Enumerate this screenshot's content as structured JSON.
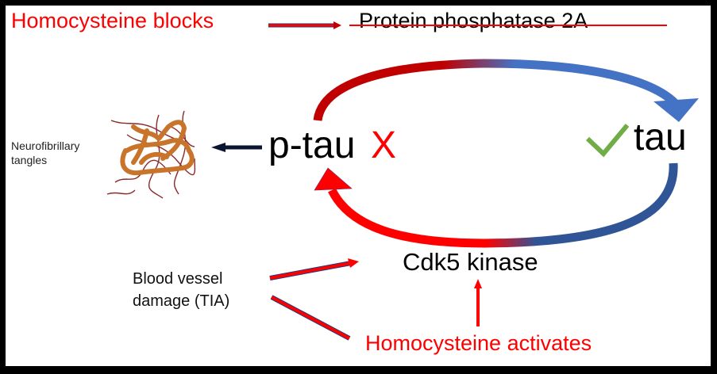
{
  "diagram": {
    "title": "Homocysteine effects on tau phosphorylation cycle",
    "nodes": {
      "homocysteine_blocks": "Homocysteine blocks",
      "pp2a": "Protein phosphatase 2A",
      "ptau": "p-tau",
      "ptau_mark": "X",
      "tau": "tau",
      "neurofibrillary": [
        "Neurofibrillary",
        "tangles"
      ],
      "cdk5": "Cdk5 kinase",
      "blood_vessel": [
        "Blood vessel",
        "damage (TIA)"
      ],
      "homocysteine_activates": "Homocysteine activates"
    },
    "edges": [
      {
        "from": "Homocysteine blocks",
        "to": "Protein phosphatase 2A",
        "kind": "inhibits (struck through)"
      },
      {
        "from": "p-tau",
        "to": "tau",
        "kind": "dephosphorylation (top arc, red→blue)"
      },
      {
        "from": "tau",
        "to": "p-tau",
        "kind": "phosphorylation via Cdk5 kinase (bottom arc, blue→red)"
      },
      {
        "from": "p-tau",
        "to": "Neurofibrillary tangles",
        "kind": "forms"
      },
      {
        "from": "Blood vessel damage (TIA)",
        "to": "Cdk5 kinase",
        "kind": "activates"
      },
      {
        "from": "Homocysteine activates",
        "to": "Blood vessel damage (TIA)",
        "kind": "causes"
      },
      {
        "from": "Homocysteine activates",
        "to": "Cdk5 kinase",
        "kind": "activates"
      }
    ],
    "icons": {
      "tau_status": "checkmark-icon",
      "ptau_status": "cross-icon",
      "tangles": "neurofibrillary-tangle-icon"
    },
    "colors": {
      "accent_red": "#ff0000",
      "dark_red": "#c00000",
      "blue": "#4472c4",
      "dark_blue": "#2f5597",
      "green_check": "#70ad47",
      "tangle_orange": "#c8742a",
      "tangle_strand": "#8b2a2a",
      "frame": "#000000"
    }
  }
}
